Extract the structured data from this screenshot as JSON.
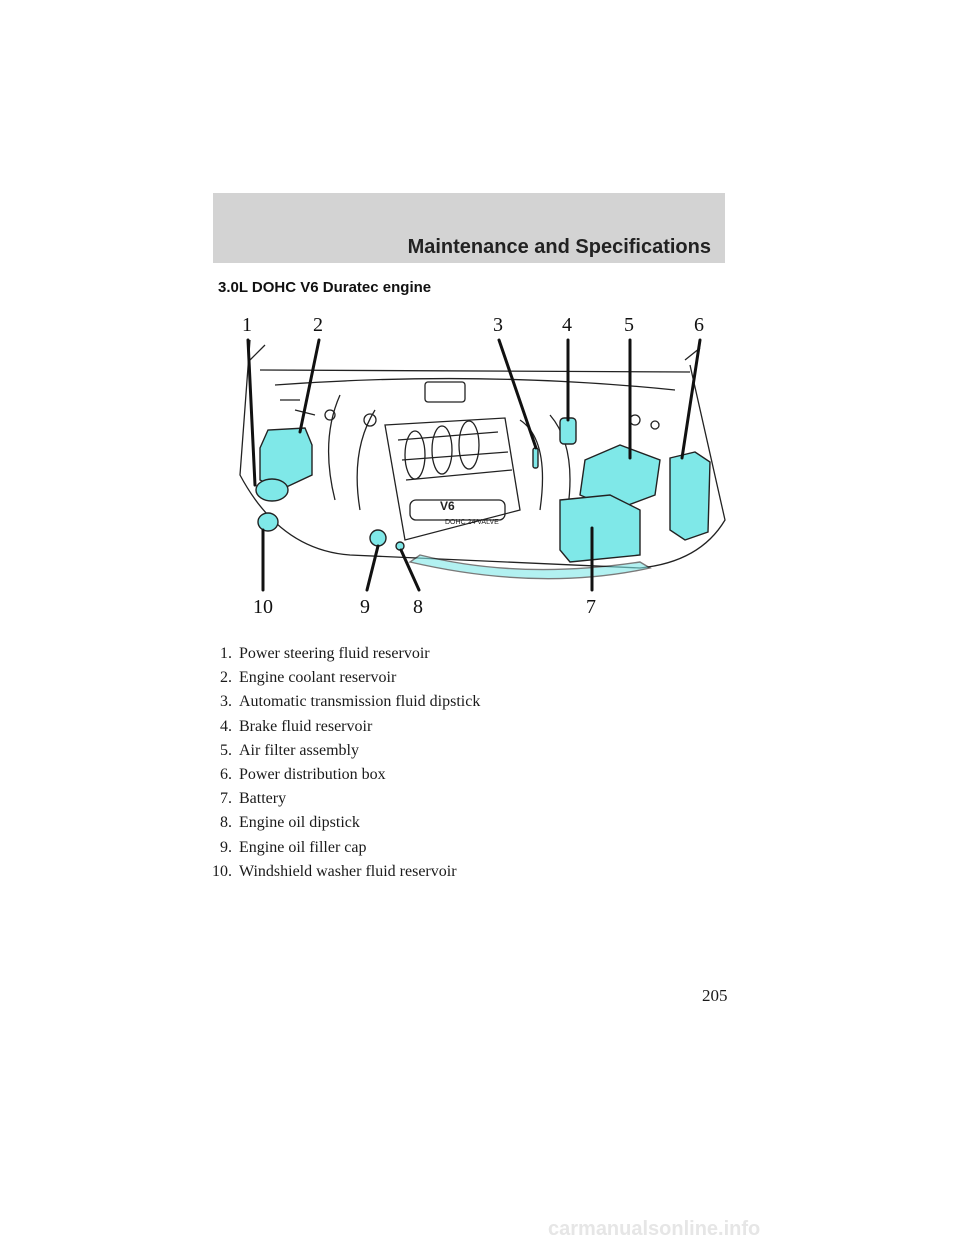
{
  "header": {
    "title": "Maintenance and Specifications"
  },
  "section": {
    "title": "3.0L DOHC V6 Duratec engine"
  },
  "diagram": {
    "highlight_color": "#7fe8e8",
    "callouts": [
      "1",
      "2",
      "3",
      "4",
      "5",
      "6",
      "7",
      "8",
      "9",
      "10"
    ],
    "engine_badge": "V6",
    "engine_badge_sub": "DOHC 24 VALVE"
  },
  "legend": [
    {
      "num": "1.",
      "text": "Power steering fluid reservoir"
    },
    {
      "num": "2.",
      "text": "Engine coolant reservoir"
    },
    {
      "num": "3.",
      "text": "Automatic transmission fluid dipstick"
    },
    {
      "num": "4.",
      "text": "Brake fluid reservoir"
    },
    {
      "num": "5.",
      "text": "Air filter assembly"
    },
    {
      "num": "6.",
      "text": "Power distribution box"
    },
    {
      "num": "7.",
      "text": "Battery"
    },
    {
      "num": "8.",
      "text": "Engine oil dipstick"
    },
    {
      "num": "9.",
      "text": "Engine oil filler cap"
    },
    {
      "num": "10.",
      "text": "Windshield washer fluid reservoir"
    }
  ],
  "page": {
    "number": "205"
  },
  "footer": {
    "watermark": "carmanualsonline.info"
  }
}
